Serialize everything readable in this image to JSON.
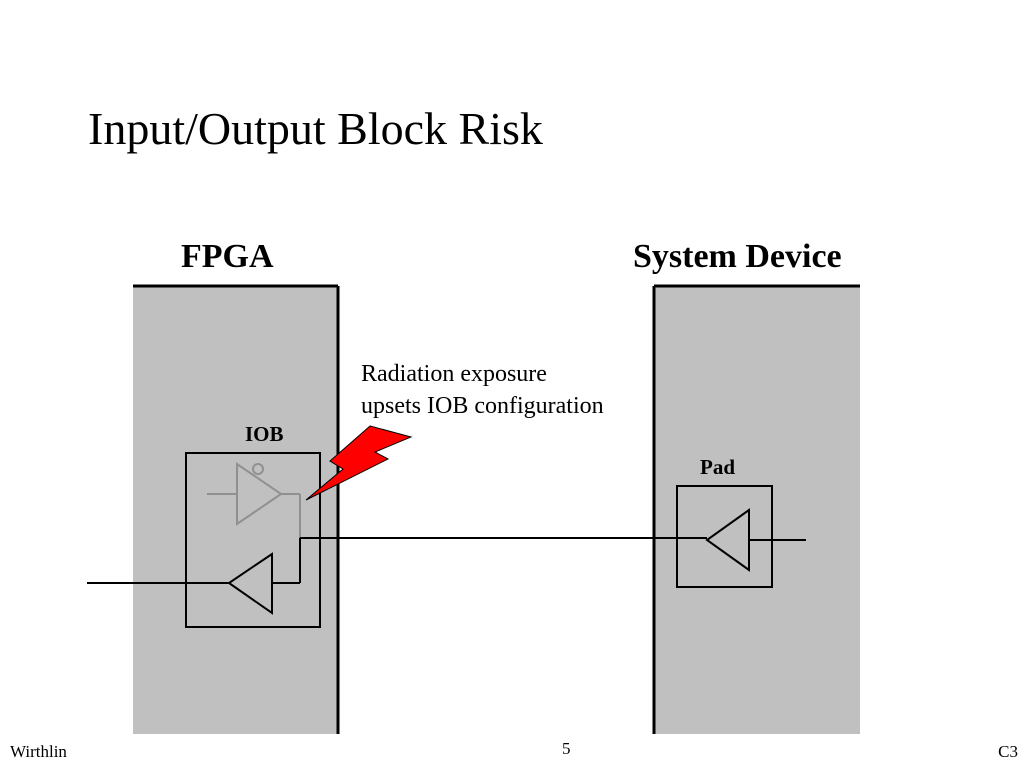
{
  "slide": {
    "title": "Input/Output Block Risk",
    "footer": {
      "author": "Wirthlin",
      "page_number": "5",
      "code": "C3"
    }
  },
  "diagram": {
    "fpga": {
      "label": "FPGA",
      "iob_label": "IOB"
    },
    "system_device": {
      "label": "System Device",
      "pad_label": "Pad"
    },
    "annotation": {
      "line1": "Radiation exposure",
      "line2": "upsets IOB configuration"
    },
    "colors": {
      "block_fill": "#c0c0c0",
      "disabled_buffer": "#909090",
      "lightning": "#ff0000"
    },
    "icons": [
      "lightning-bolt-icon",
      "output-buffer-icon",
      "input-buffer-icon"
    ]
  }
}
